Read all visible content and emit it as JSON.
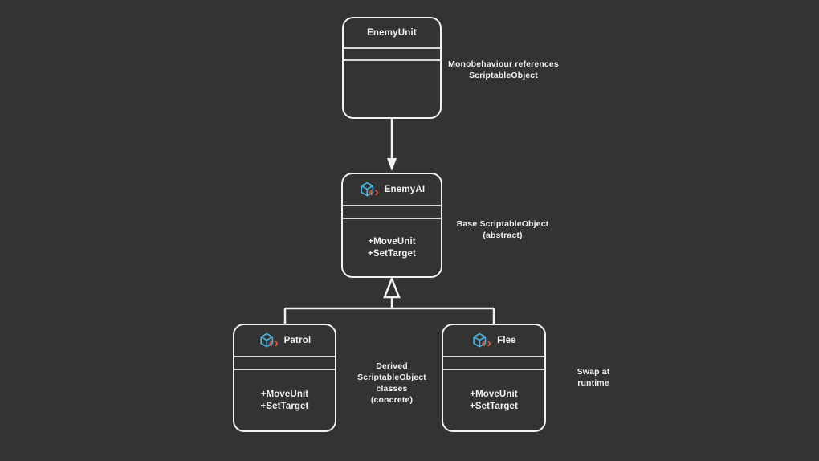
{
  "diagram": {
    "title": "ScriptableObject EnemyAI class diagram",
    "background_color": "#333333",
    "line_color": "#f2f2f2",
    "text_color": "#f0f0f0",
    "icon_cube_color": "#4cb4e0",
    "icon_braces_color": "#e2563c"
  },
  "nodes": {
    "enemy_unit": {
      "name": "EnemyUnit",
      "icon": "",
      "attributes": [],
      "operations": []
    },
    "enemy_ai": {
      "name": "EnemyAI",
      "icon": "scriptableobject-icon",
      "attributes": [],
      "operations": [
        "+MoveUnit",
        "+SetTarget"
      ]
    },
    "patrol": {
      "name": "Patrol",
      "icon": "scriptableobject-icon",
      "attributes": [],
      "operations": [
        "+MoveUnit",
        "+SetTarget"
      ]
    },
    "flee": {
      "name": "Flee",
      "icon": "scriptableobject-icon",
      "attributes": [],
      "operations": [
        "+MoveUnit",
        "+SetTarget"
      ]
    }
  },
  "annotations": {
    "monobehaviour_ref": "Monobehaviour references\nScriptableObject",
    "base_so": "Base ScriptableObject\n(abstract)",
    "derived_so": "Derived\nScriptableObject\nclasses\n(concrete)",
    "swap_runtime": "Swap at\nruntime"
  },
  "edges": {
    "association": "EnemyUnit -> EnemyAI (directed association, solid arrowhead)",
    "generalization_patrol": "Patrol -> EnemyAI (generalization, hollow triangle)",
    "generalization_flee": "Flee -> EnemyAI (generalization, hollow triangle)"
  }
}
